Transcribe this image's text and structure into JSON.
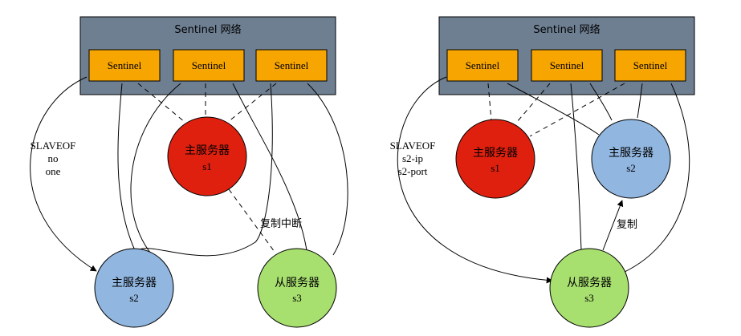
{
  "colors": {
    "network_bg": "#6e7f92",
    "sentinel_fill": "#f7a500",
    "master_fill": "#e0200f",
    "s2_fill": "#91b6e0",
    "s3_fill": "#a8e070",
    "edge": "#000000"
  },
  "left": {
    "network_title": "Sentinel 网络",
    "sentinels": [
      "Sentinel",
      "Sentinel",
      "Sentinel"
    ],
    "s1": {
      "line1": "主服务器",
      "line2": "s1"
    },
    "s2": {
      "line1": "主服务器",
      "line2": "s2"
    },
    "s3": {
      "line1": "从服务器",
      "line2": "s3"
    },
    "slaveof": [
      "SLAVEOF",
      "no",
      "one"
    ],
    "replication_label": "复制中断"
  },
  "right": {
    "network_title": "Sentinel 网络",
    "sentinels": [
      "Sentinel",
      "Sentinel",
      "Sentinel"
    ],
    "s1": {
      "line1": "主服务器",
      "line2": "s1"
    },
    "s2": {
      "line1": "主服务器",
      "line2": "s2"
    },
    "s3": {
      "line1": "从服务器",
      "line2": "s3"
    },
    "slaveof": [
      "SLAVEOF",
      "s2-ip",
      "s2-port"
    ],
    "replication_label": "复制"
  }
}
